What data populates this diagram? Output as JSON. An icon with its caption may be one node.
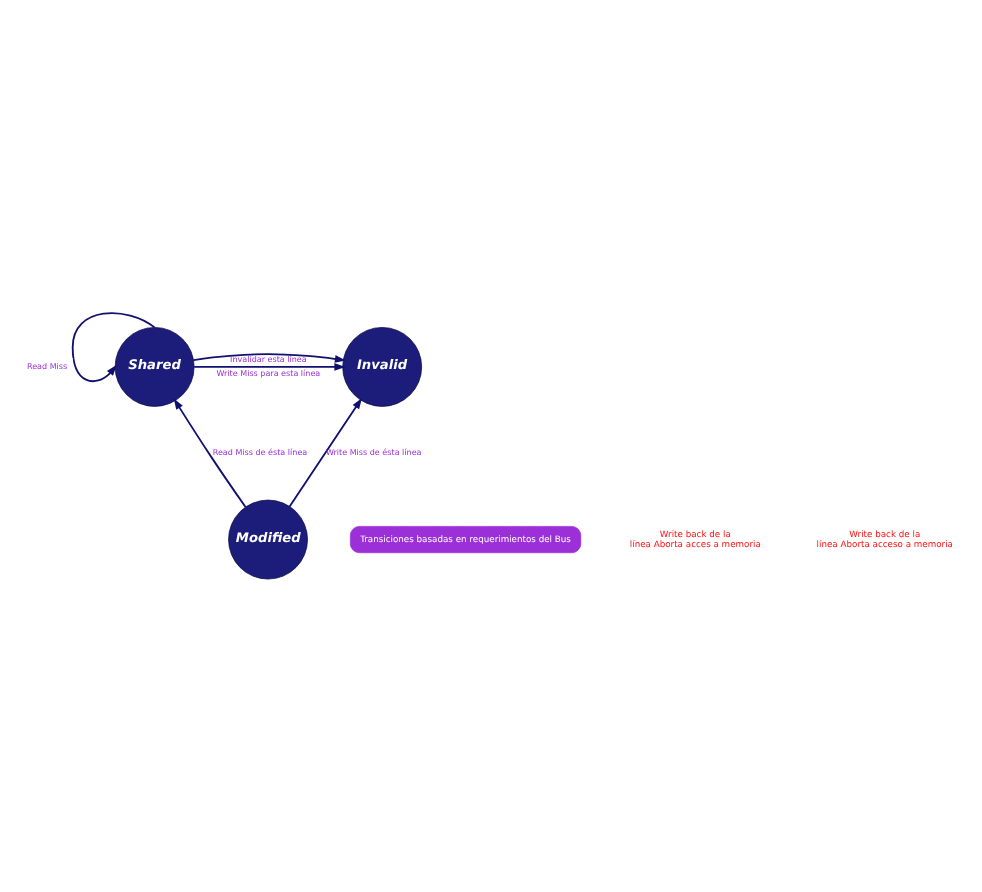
{
  "diagram": {
    "nodes": [
      {
        "text": [
          "Invalid"
        ]
      },
      {
        "text": [
          "Shared"
        ]
      },
      {
        "text": [
          "Modified"
        ]
      },
      {
        "text": [
          "Transiciones basadas en requerimientos del Bus"
        ]
      }
    ],
    "edges": [
      {
        "from": 1,
        "to": 0,
        "arrow": "to",
        "label": "Write Miss para esta línea"
      },
      {
        "from": 1,
        "to": 0,
        "arrow": "to",
        "label": "Invalidar esta línea"
      },
      {
        "from": 1,
        "to": 1,
        "arrow": "to",
        "label": "Read Miss"
      },
      {
        "from": 2,
        "to": 0,
        "arrow": "to",
        "label": "Write Miss de ésta línea"
      },
      {
        "from": 2,
        "to": 1,
        "arrow": "to",
        "label": "Read Miss de ésta línea"
      }
    ],
    "labels": [
      "Write back de la línea Aborta acces a memoria",
      "Write back de la línea Aborta acceso a memoria"
    ]
  }
}
